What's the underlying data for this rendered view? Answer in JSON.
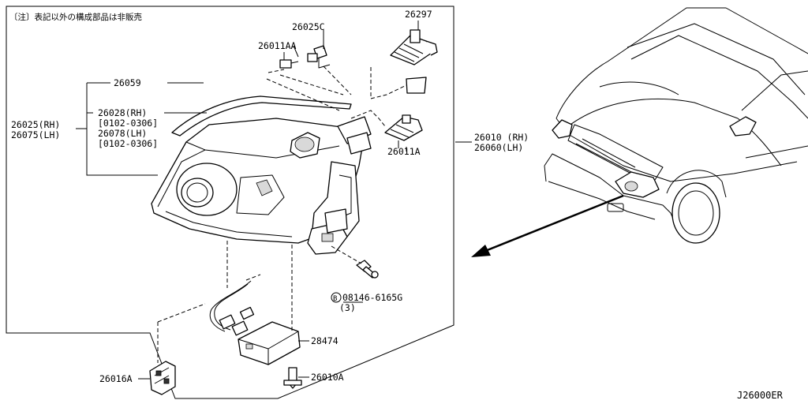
{
  "note": "〔注〕表記以外の構成部品は非販売",
  "diagram_code": "J26000ER",
  "labels": {
    "p26025c": "26025C",
    "p26297": "26297",
    "p26011aa": "26011AA",
    "p26059": "26059",
    "p26028rh": "26028(RH)",
    "p26028_range": "[0102-0306]",
    "p26078lh": "26078(LH)",
    "p26078_range": "[0102-0306]",
    "p26025rh": "26025(RH)",
    "p26075lh": "26075(LH)",
    "p26011a": "26011A",
    "p26010rh": "26010 (RH)",
    "p26060lh": "26060(LH)",
    "bolt_symbol": "B",
    "bolt_part": "08146-6165G",
    "bolt_qty": "(3)",
    "p28474": "28474",
    "p26016a": "26016A",
    "p26010a": "26010A"
  }
}
